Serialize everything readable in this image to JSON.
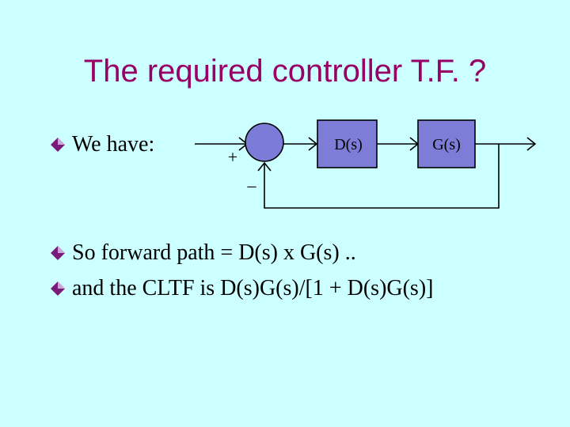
{
  "slide": {
    "title": "The required controller T.F. ?",
    "bullets": [
      {
        "icon": "diamond-bullet-icon",
        "text": "We have:"
      },
      {
        "icon": "diamond-bullet-icon",
        "text": "So forward path = D(s) x G(s) .."
      },
      {
        "icon": "diamond-bullet-icon",
        "text": "and the CLTF is D(s)G(s)/[1 + D(s)G(s)]"
      }
    ]
  },
  "diagram": {
    "blocks": [
      {
        "label": "D(s)"
      },
      {
        "label": "G(s)"
      }
    ],
    "summing_junction": {
      "plus_sign": "+",
      "minus_sign": "_"
    }
  },
  "colors": {
    "background": "#ccffff",
    "title": "#990066",
    "block_fill": "#7d7dd8",
    "junction_fill": "#7b7bd8",
    "bullet": "#7a1a7a"
  }
}
